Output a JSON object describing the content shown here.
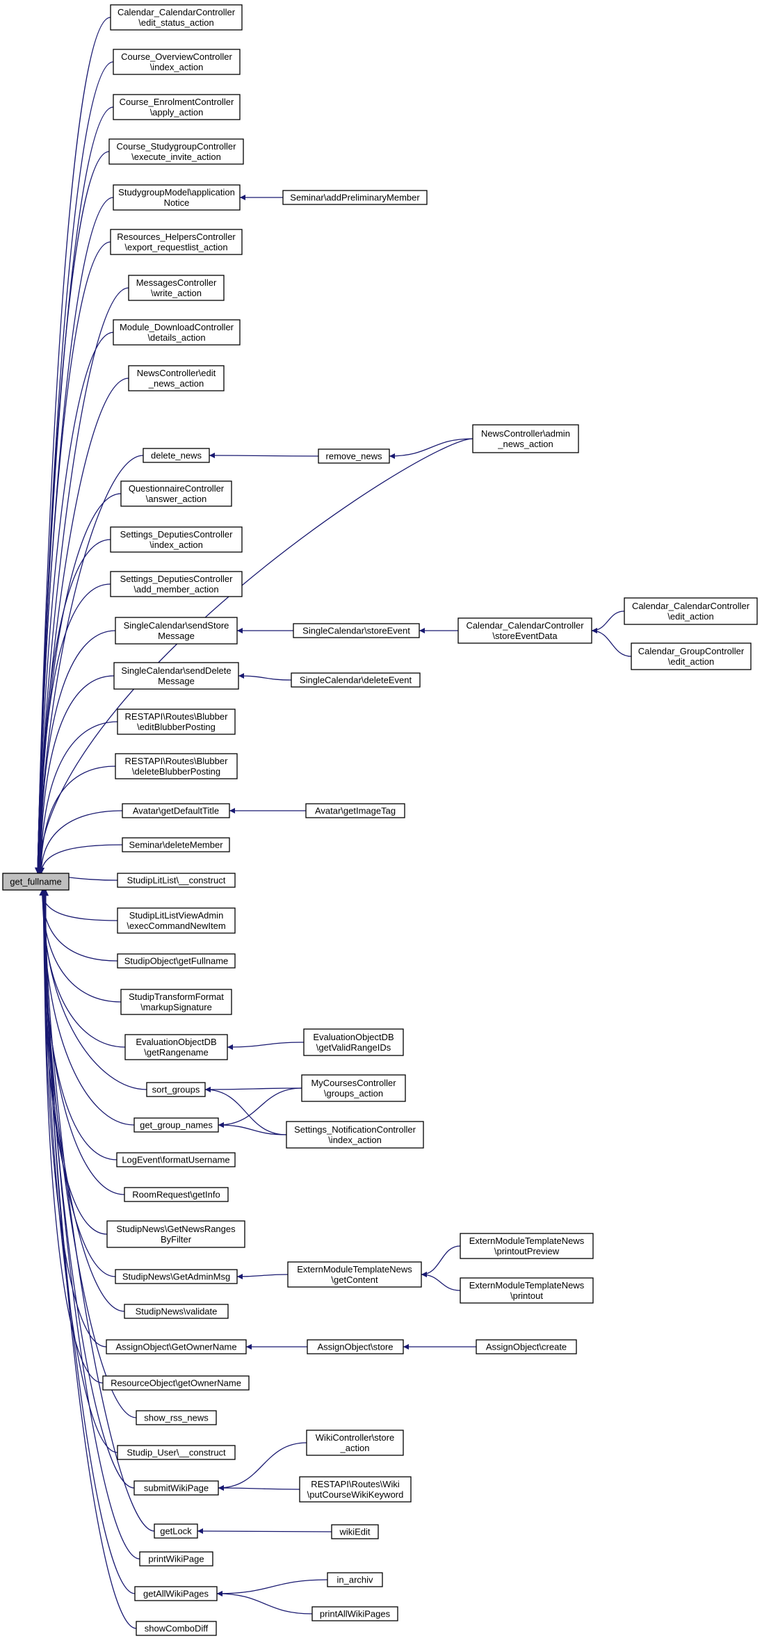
{
  "graph": {
    "root": "get_fullname",
    "edge_color": "#191970",
    "root_fill": "#bfbfbf",
    "nodes": [
      {
        "id": "get_fullname",
        "lines": [
          "get_fullname"
        ]
      },
      {
        "id": "n1",
        "lines": [
          "Calendar_CalendarController",
          "\\edit_status_action"
        ]
      },
      {
        "id": "n2",
        "lines": [
          "Course_OverviewController",
          "\\index_action"
        ]
      },
      {
        "id": "n3",
        "lines": [
          "Course_EnrolmentController",
          "\\apply_action"
        ]
      },
      {
        "id": "n4",
        "lines": [
          "Course_StudygroupController",
          "\\execute_invite_action"
        ]
      },
      {
        "id": "n5",
        "lines": [
          "StudygroupModel\\application",
          "Notice"
        ]
      },
      {
        "id": "n5a",
        "lines": [
          "Seminar\\addPreliminaryMember"
        ]
      },
      {
        "id": "n6",
        "lines": [
          "Resources_HelpersController",
          "\\export_requestlist_action"
        ]
      },
      {
        "id": "n7",
        "lines": [
          "MessagesController",
          "\\write_action"
        ]
      },
      {
        "id": "n8",
        "lines": [
          "Module_DownloadController",
          "\\details_action"
        ]
      },
      {
        "id": "n9",
        "lines": [
          "NewsController\\edit",
          "_news_action"
        ]
      },
      {
        "id": "n10",
        "lines": [
          "NewsController\\admin",
          "_news_action"
        ]
      },
      {
        "id": "n11",
        "lines": [
          "delete_news"
        ]
      },
      {
        "id": "n11a",
        "lines": [
          "remove_news"
        ]
      },
      {
        "id": "n12",
        "lines": [
          "QuestionnaireController",
          "\\answer_action"
        ]
      },
      {
        "id": "n13",
        "lines": [
          "Settings_DeputiesController",
          "\\index_action"
        ]
      },
      {
        "id": "n14",
        "lines": [
          "Settings_DeputiesController",
          "\\add_member_action"
        ]
      },
      {
        "id": "n15",
        "lines": [
          "SingleCalendar\\sendStore",
          "Message"
        ]
      },
      {
        "id": "n15a",
        "lines": [
          "SingleCalendar\\storeEvent"
        ]
      },
      {
        "id": "n15b",
        "lines": [
          "Calendar_CalendarController",
          "\\storeEventData"
        ]
      },
      {
        "id": "n15c",
        "lines": [
          "Calendar_CalendarController",
          "\\edit_action"
        ]
      },
      {
        "id": "n15d",
        "lines": [
          "Calendar_GroupController",
          "\\edit_action"
        ]
      },
      {
        "id": "n16",
        "lines": [
          "SingleCalendar\\sendDelete",
          "Message"
        ]
      },
      {
        "id": "n16a",
        "lines": [
          "SingleCalendar\\deleteEvent"
        ]
      },
      {
        "id": "n17",
        "lines": [
          "RESTAPI\\Routes\\Blubber",
          "\\editBlubberPosting"
        ]
      },
      {
        "id": "n18",
        "lines": [
          "RESTAPI\\Routes\\Blubber",
          "\\deleteBlubberPosting"
        ]
      },
      {
        "id": "n19",
        "lines": [
          "Avatar\\getDefaultTitle"
        ]
      },
      {
        "id": "n19a",
        "lines": [
          "Avatar\\getImageTag"
        ]
      },
      {
        "id": "n20",
        "lines": [
          "Seminar\\deleteMember"
        ]
      },
      {
        "id": "n21",
        "lines": [
          "StudipLitList\\__construct"
        ]
      },
      {
        "id": "n22",
        "lines": [
          "StudipLitListViewAdmin",
          "\\execCommandNewItem"
        ]
      },
      {
        "id": "n23",
        "lines": [
          "StudipObject\\getFullname"
        ]
      },
      {
        "id": "n24",
        "lines": [
          "StudipTransformFormat",
          "\\markupSignature"
        ]
      },
      {
        "id": "n25",
        "lines": [
          "EvaluationObjectDB",
          "\\getRangename"
        ]
      },
      {
        "id": "n25a",
        "lines": [
          "EvaluationObjectDB",
          "\\getValidRangeIDs"
        ]
      },
      {
        "id": "n26",
        "lines": [
          "sort_groups"
        ]
      },
      {
        "id": "n26a",
        "lines": [
          "MyCoursesController",
          "\\groups_action"
        ]
      },
      {
        "id": "n27",
        "lines": [
          "get_group_names"
        ]
      },
      {
        "id": "n27a",
        "lines": [
          "Settings_NotificationController",
          "\\index_action"
        ]
      },
      {
        "id": "n28",
        "lines": [
          "LogEvent\\formatUsername"
        ]
      },
      {
        "id": "n29",
        "lines": [
          "RoomRequest\\getInfo"
        ]
      },
      {
        "id": "n30",
        "lines": [
          "StudipNews\\GetNewsRanges",
          "ByFilter"
        ]
      },
      {
        "id": "n31",
        "lines": [
          "StudipNews\\GetAdminMsg"
        ]
      },
      {
        "id": "n31a",
        "lines": [
          "ExternModuleTemplateNews",
          "\\getContent"
        ]
      },
      {
        "id": "n31b",
        "lines": [
          "ExternModuleTemplateNews",
          "\\printoutPreview"
        ]
      },
      {
        "id": "n31c",
        "lines": [
          "ExternModuleTemplateNews",
          "\\printout"
        ]
      },
      {
        "id": "n32",
        "lines": [
          "StudipNews\\validate"
        ]
      },
      {
        "id": "n33",
        "lines": [
          "AssignObject\\GetOwnerName"
        ]
      },
      {
        "id": "n33a",
        "lines": [
          "AssignObject\\store"
        ]
      },
      {
        "id": "n33b",
        "lines": [
          "AssignObject\\create"
        ]
      },
      {
        "id": "n34",
        "lines": [
          "ResourceObject\\getOwnerName"
        ]
      },
      {
        "id": "n35",
        "lines": [
          "show_rss_news"
        ]
      },
      {
        "id": "n36",
        "lines": [
          "Studip_User\\__construct"
        ]
      },
      {
        "id": "n37",
        "lines": [
          "submitWikiPage"
        ]
      },
      {
        "id": "n37a",
        "lines": [
          "WikiController\\store",
          "_action"
        ]
      },
      {
        "id": "n37b",
        "lines": [
          "RESTAPI\\Routes\\Wiki",
          "\\putCourseWikiKeyword"
        ]
      },
      {
        "id": "n38",
        "lines": [
          "getLock"
        ]
      },
      {
        "id": "n38a",
        "lines": [
          "wikiEdit"
        ]
      },
      {
        "id": "n39",
        "lines": [
          "printWikiPage"
        ]
      },
      {
        "id": "n40",
        "lines": [
          "getAllWikiPages"
        ]
      },
      {
        "id": "n40a",
        "lines": [
          "in_archiv"
        ]
      },
      {
        "id": "n40b",
        "lines": [
          "printAllWikiPages"
        ]
      },
      {
        "id": "n41",
        "lines": [
          "showComboDiff"
        ]
      }
    ],
    "edges": [
      {
        "from": "n1",
        "to": "get_fullname"
      },
      {
        "from": "n2",
        "to": "get_fullname"
      },
      {
        "from": "n3",
        "to": "get_fullname"
      },
      {
        "from": "n4",
        "to": "get_fullname"
      },
      {
        "from": "n5",
        "to": "get_fullname"
      },
      {
        "from": "n5a",
        "to": "n5"
      },
      {
        "from": "n6",
        "to": "get_fullname"
      },
      {
        "from": "n7",
        "to": "get_fullname"
      },
      {
        "from": "n8",
        "to": "get_fullname"
      },
      {
        "from": "n9",
        "to": "get_fullname"
      },
      {
        "from": "n10",
        "to": "get_fullname"
      },
      {
        "from": "n11",
        "to": "get_fullname"
      },
      {
        "from": "n11a",
        "to": "n11"
      },
      {
        "from": "n10",
        "to": "n11a"
      },
      {
        "from": "n12",
        "to": "get_fullname"
      },
      {
        "from": "n13",
        "to": "get_fullname"
      },
      {
        "from": "n14",
        "to": "get_fullname"
      },
      {
        "from": "n15",
        "to": "get_fullname"
      },
      {
        "from": "n15a",
        "to": "n15"
      },
      {
        "from": "n15b",
        "to": "n15a"
      },
      {
        "from": "n15c",
        "to": "n15b"
      },
      {
        "from": "n15d",
        "to": "n15b"
      },
      {
        "from": "n16",
        "to": "get_fullname"
      },
      {
        "from": "n16a",
        "to": "n16"
      },
      {
        "from": "n17",
        "to": "get_fullname"
      },
      {
        "from": "n18",
        "to": "get_fullname"
      },
      {
        "from": "n19",
        "to": "get_fullname"
      },
      {
        "from": "n19a",
        "to": "n19"
      },
      {
        "from": "n20",
        "to": "get_fullname"
      },
      {
        "from": "n21",
        "to": "get_fullname"
      },
      {
        "from": "n22",
        "to": "get_fullname"
      },
      {
        "from": "n23",
        "to": "get_fullname"
      },
      {
        "from": "n24",
        "to": "get_fullname"
      },
      {
        "from": "n25",
        "to": "get_fullname"
      },
      {
        "from": "n25a",
        "to": "n25"
      },
      {
        "from": "n26",
        "to": "get_fullname"
      },
      {
        "from": "n26a",
        "to": "n26"
      },
      {
        "from": "n27a",
        "to": "n26"
      },
      {
        "from": "n27",
        "to": "get_fullname"
      },
      {
        "from": "n26a",
        "to": "n27"
      },
      {
        "from": "n27a",
        "to": "n27"
      },
      {
        "from": "n28",
        "to": "get_fullname"
      },
      {
        "from": "n29",
        "to": "get_fullname"
      },
      {
        "from": "n30",
        "to": "get_fullname"
      },
      {
        "from": "n31",
        "to": "get_fullname"
      },
      {
        "from": "n31a",
        "to": "n31"
      },
      {
        "from": "n31b",
        "to": "n31a"
      },
      {
        "from": "n31c",
        "to": "n31a"
      },
      {
        "from": "n32",
        "to": "get_fullname"
      },
      {
        "from": "n33",
        "to": "get_fullname"
      },
      {
        "from": "n33a",
        "to": "n33"
      },
      {
        "from": "n33b",
        "to": "n33a"
      },
      {
        "from": "n34",
        "to": "get_fullname"
      },
      {
        "from": "n35",
        "to": "get_fullname"
      },
      {
        "from": "n36",
        "to": "get_fullname"
      },
      {
        "from": "n37",
        "to": "get_fullname"
      },
      {
        "from": "n37a",
        "to": "n37"
      },
      {
        "from": "n37b",
        "to": "n37"
      },
      {
        "from": "n38",
        "to": "get_fullname"
      },
      {
        "from": "n38a",
        "to": "n38"
      },
      {
        "from": "n39",
        "to": "get_fullname"
      },
      {
        "from": "n40",
        "to": "get_fullname"
      },
      {
        "from": "n40a",
        "to": "n40"
      },
      {
        "from": "n40b",
        "to": "n40"
      },
      {
        "from": "n41",
        "to": "get_fullname"
      }
    ]
  }
}
